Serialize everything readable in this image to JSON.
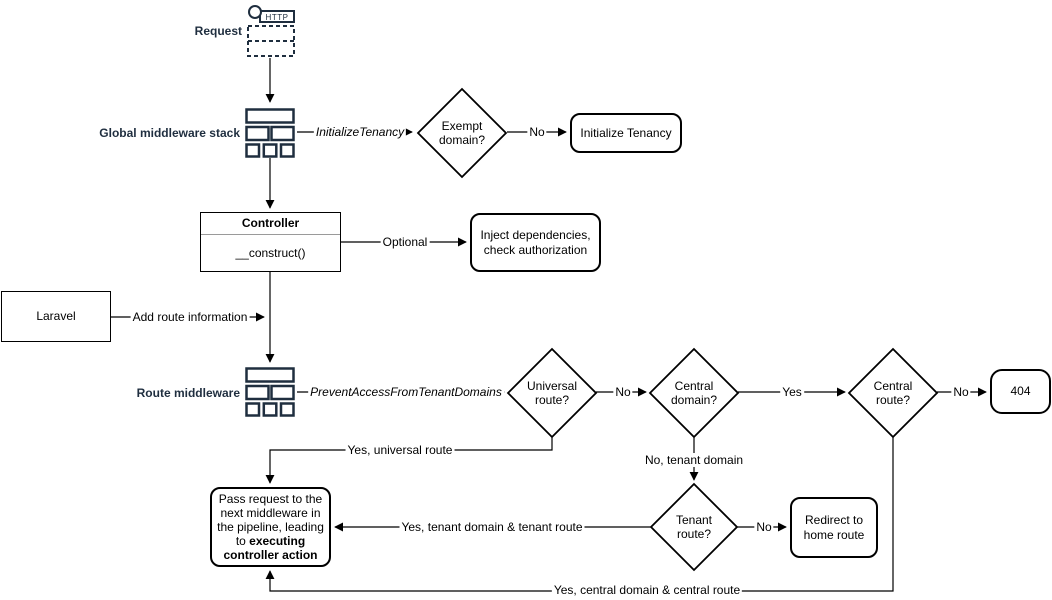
{
  "colors": {
    "ink": "#000000",
    "navy": "#1f2e3f",
    "background": "#ffffff"
  },
  "request": {
    "label": "Request",
    "http_text": "HTTP"
  },
  "global_stack": {
    "label": "Global middleware stack"
  },
  "route_mw": {
    "label": "Route middleware"
  },
  "nodes": {
    "exempt_domain": "Exempt domain?",
    "initialize_tenancy": "Initialize Tenancy",
    "controller_title": "Controller",
    "controller_method": "__construct()",
    "inject_dependencies": "Inject dependencies, check authorization",
    "laravel": "Laravel",
    "universal_route": "Universal route?",
    "central_domain": "Central domain?",
    "central_route": "Central route?",
    "not_found": "404",
    "tenant_route": "Tenant route?",
    "redirect_home": "Redirect to home route",
    "pass_request_text": "Pass request to the next middleware in the pipeline, leading to ",
    "pass_request_bold": "executing controller action"
  },
  "edges": {
    "initialize_tenancy_middleware": "InitializeTenancy",
    "exempt_no": "No",
    "optional": "Optional",
    "add_route_information": "Add route information",
    "prevent_access_middleware": "PreventAccessFromTenantDomains",
    "universal_no": "No",
    "central_domain_yes": "Yes",
    "central_route_no": "No",
    "tenant_route_no": "No",
    "yes_universal_route": "Yes, universal route",
    "no_tenant_domain": "No, tenant domain",
    "yes_tenant_domain_route": "Yes, tenant domain & tenant route",
    "yes_central_domain_route": "Yes, central domain & central route"
  }
}
